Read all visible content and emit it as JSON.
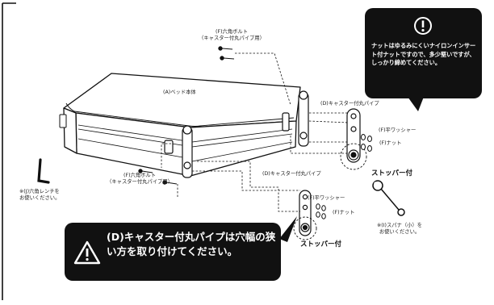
{
  "note": {
    "text": "ナットはゆるみにくいナイロンインサート付ナットですので、多少堅いですが、しっかり締めてください。"
  },
  "warning": {
    "text": "(D)キャスター付丸パイプは穴幅の狭い方を取り付けてください。"
  },
  "labels": {
    "bed_body": "(A)ベッド本体",
    "bolt_top_line1": "(F)六角ボルト",
    "bolt_top_line2": "（キャスター付丸パイプ用）",
    "bolt_left_line1": "(F)六角ボルト",
    "bolt_left_line2": "（キャスター付丸パイプ用）",
    "hex_wrench_line1": "※(J)六角レンチを",
    "hex_wrench_line2": "お使いください。",
    "caster_pipe_right": "(D)キャスター付丸パイプ",
    "caster_pipe_bottom": "(D)キャスター付丸パイプ",
    "washer_right": "(F)平ワッシャー",
    "nut_right": "(F)ナット",
    "washer_bottom": "(F)平ワッシャー",
    "nut_bottom": "(F)ナット",
    "spanner_line1": "※(I)スパナ（小）を",
    "spanner_line2": "お使いください。",
    "stopper_right": "ストッパー付",
    "stopper_bottom": "ストッパー付"
  },
  "colors": {
    "ink": "#111111",
    "panel_fill": "#ffffff",
    "callout_bg": "#111111",
    "callout_text": "#ffffff"
  },
  "icons": [
    "exclamation-circle-icon",
    "warning-triangle-icon",
    "hex-wrench-icon",
    "spanner-icon"
  ]
}
